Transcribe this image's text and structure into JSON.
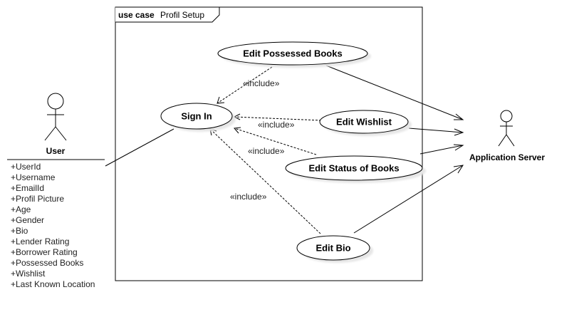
{
  "frame": {
    "keyword": "use case",
    "name": "Profil Setup"
  },
  "actors": {
    "user": {
      "name": "User",
      "attributes": [
        "+UserId",
        "+Username",
        "+EmailId",
        "+Profil Picture",
        "+Age",
        "+Gender",
        "+Bio",
        "+Lender Rating",
        "+Borrower Rating",
        "+Possessed Books",
        "+Wishlist",
        "+Last Known Location"
      ]
    },
    "server": {
      "name": "Application Server"
    }
  },
  "use_cases": {
    "sign_in": "Sign In",
    "edit_possessed_books": "Edit Possessed Books",
    "edit_wishlist": "Edit Wishlist",
    "edit_status_of_books": "Edit Status of Books",
    "edit_bio": "Edit Bio"
  },
  "relations": {
    "include_possessed": "«include»",
    "include_wishlist": "«include»",
    "include_status": "«include»",
    "include_bio": "«include»"
  }
}
